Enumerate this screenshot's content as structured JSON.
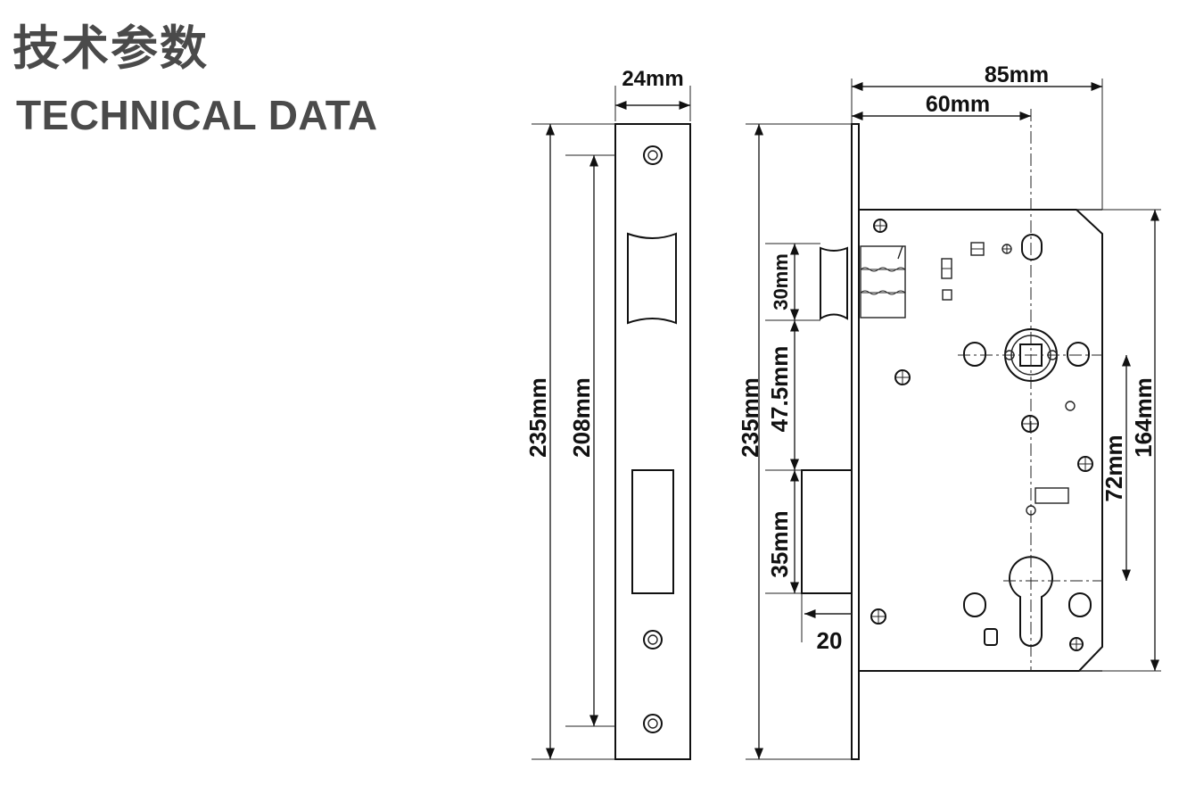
{
  "title": {
    "chinese": "技术参数",
    "english": "TECHNICAL DATA"
  },
  "dimensions": {
    "faceplate_width": "24mm",
    "faceplate_length_outer": "235mm",
    "faceplate_hole_spacing": "208mm",
    "body_length": "235mm",
    "deadbolt_height": "30mm",
    "deadbolt_to_latch": "47.5mm",
    "latch_height": "35mm",
    "latch_throw": "20",
    "case_width_total": "85mm",
    "backset": "60mm",
    "spindle_to_cylinder": "72mm",
    "case_height": "164mm"
  },
  "colors": {
    "line": "#222222",
    "title": "#4a4a4a"
  }
}
